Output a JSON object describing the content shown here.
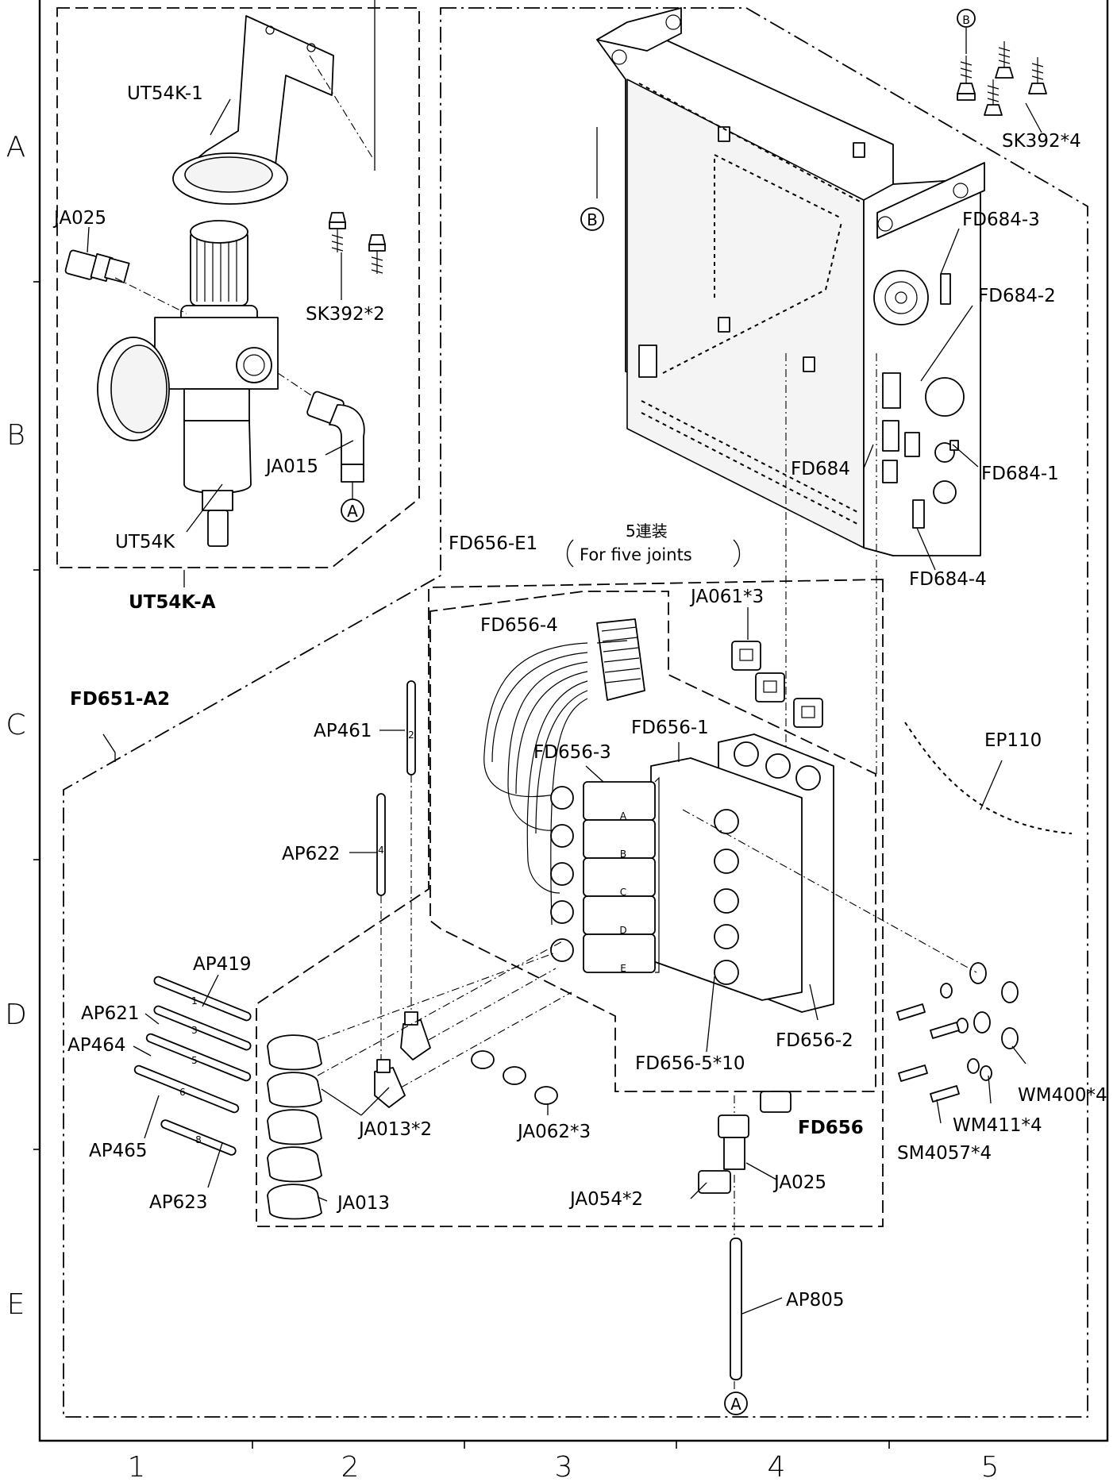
{
  "grid": {
    "rows": [
      "A",
      "B",
      "C",
      "D",
      "E"
    ],
    "cols": [
      "1",
      "2",
      "3",
      "4",
      "5"
    ]
  },
  "groups": {
    "ut54k_a": "UT54K-A",
    "fd651_a2": "FD651-A2",
    "fd656_e1": "FD656-E1",
    "fd656_e1_note_jp": "5連装",
    "fd656_e1_note_en": "For five joints",
    "fd656": "FD656"
  },
  "parts": {
    "ut54k_1": "UT54K-1",
    "ja025_top": "JA025",
    "sk392_2": "SK392*2",
    "ja015": "JA015",
    "ut54k": "UT54K",
    "sk392_4": "SK392*4",
    "fd684_3": "FD684-3",
    "fd684_2": "FD684-2",
    "fd684": "FD684",
    "fd684_1": "FD684-1",
    "fd684_4": "FD684-4",
    "ja061_3": "JA061*3",
    "fd656_4": "FD656-4",
    "fd656_1": "FD656-1",
    "fd656_3": "FD656-3",
    "ep110": "EP110",
    "ap461": "AP461",
    "ap622": "AP622",
    "ap419": "AP419",
    "ap621": "AP621",
    "ap464": "AP464",
    "ap465": "AP465",
    "ap623": "AP623",
    "ja013_2": "JA013*2",
    "ja013": "JA013",
    "ja062_3": "JA062*3",
    "fd656_5_10": "FD656-5*10",
    "fd656_2": "FD656-2",
    "wm400_4": "WM400*4",
    "wm411_4": "WM411*4",
    "sm4057_4": "SM4057*4",
    "ja025_bottom": "JA025",
    "ja054_2": "JA054*2",
    "ap805": "AP805"
  },
  "refs": {
    "a": "A",
    "b": "B"
  },
  "valve_letters": [
    "A",
    "B",
    "C",
    "D",
    "E"
  ],
  "tube_marks": {
    "ap461": "2",
    "ap622": "4",
    "ap419": "1",
    "ap621": "3",
    "ap464": "5",
    "ap465": "6",
    "ap623": "8"
  }
}
